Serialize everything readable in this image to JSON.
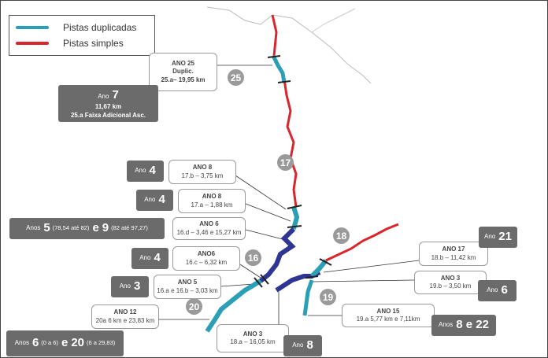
{
  "legend": {
    "duplicated": "Pistas duplicadas",
    "simple": "Pistas simples",
    "duplicated_color": "#2b9fb5",
    "simple_color": "#d8262c",
    "planned_color": "#2e3592"
  },
  "circles": [
    "25",
    "17",
    "16",
    "20",
    "18",
    "19"
  ],
  "boxes": {
    "b25": {
      "l1": "ANO 25",
      "l2": "Duplic.",
      "l3": "25.a– 19,95 km"
    },
    "b17b": {
      "l1": "ANO 8",
      "l2": "17.b – 3,75 km"
    },
    "b17a": {
      "l1": "ANO 8",
      "l2": "17.a – 1,88 km"
    },
    "b16d": {
      "l1": "ANO 6",
      "l2": "16.d – 3,46 e 15,27 km"
    },
    "b16c": {
      "l1": "ANO6",
      "l2": "16.c – 6,32 km"
    },
    "b16a": {
      "l1": "ANO 5",
      "l2": "16.a e 16.b – 3,03 km"
    },
    "b20": {
      "l1": "ANO 12",
      "l2": "20a 6 km e 23,83 km"
    },
    "b18a": {
      "l1": "ANO 3",
      "l2": "18.a – 16,05 km"
    },
    "b18b": {
      "l1": "ANO 17",
      "l2": "18.b – 11,42 km"
    },
    "b19b": {
      "l1": "ANO 3",
      "l2": "19.b – 3,50 km"
    },
    "b19a": {
      "l1": "ANO 15",
      "l2": "19.a 5,77 km e 7,11km"
    }
  },
  "dark": {
    "d7": {
      "pre": "Ano",
      "num": "7",
      "l2": "11,67 km",
      "l3": "25.a Faixa Adicional Asc."
    },
    "d4a": {
      "pre": "Ano",
      "num": "4"
    },
    "d4b": {
      "pre": "Ano",
      "num": "4"
    },
    "d59": {
      "pre": "Anos",
      "n1": "5",
      "s1": "(78,54 até 82)",
      "e": "e",
      "n2": "9",
      "s2": "(82 até 97,27)"
    },
    "d4c": {
      "pre": "Ano",
      "num": "4"
    },
    "d3": {
      "pre": "Ano",
      "num": "3"
    },
    "d620": {
      "pre": "Anos",
      "n1": "6",
      "s1": "(0 a 6)",
      "e": "e",
      "n2": "20",
      "s2": "(6 a 29,83)"
    },
    "d8": {
      "pre": "Ano",
      "num": "8"
    },
    "d21": {
      "pre": "Ano",
      "num": "21"
    },
    "d6": {
      "pre": "Ano",
      "num": "6"
    },
    "d822": {
      "pre": "Anos",
      "num": "8 e 22"
    }
  }
}
